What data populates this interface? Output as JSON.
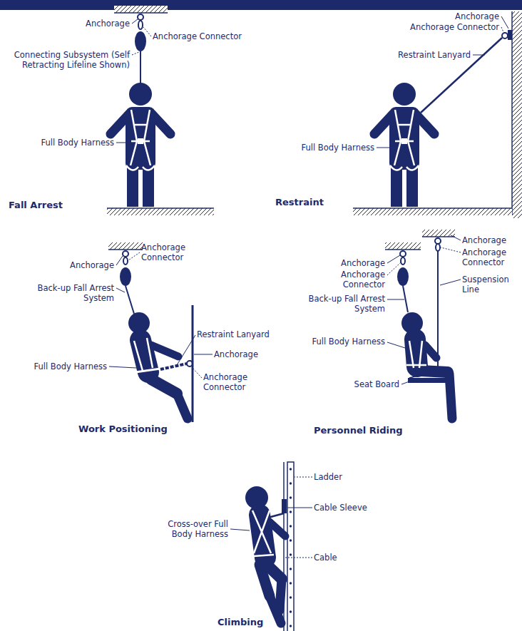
{
  "diagram": {
    "labels": [
      "Anchorage",
      "Anchorage Connector",
      "Connecting Subsystem (Self Retracting Lifeline Shown)",
      "Full Body Harness",
      "Fall Arrest",
      "Anchorage",
      "Anchorage Connector",
      "Restraint Lanyard",
      "Full Body Harness",
      "Restraint",
      "Anchorage",
      "Anchorage Connector",
      "Back-up Fall Arrest System",
      "Restraint Lanyard",
      "Anchorage",
      "Full Body Harness",
      "Anchorage Connector",
      "Work Positioning",
      "Anchorage",
      "Anchorage Connector",
      "Back-up Fall Arrest System",
      "Full Body Harness",
      "Seat Board",
      "Personnel Riding",
      "Anchorage",
      "Anchorage Connector",
      "Suspension Line",
      "Ladder",
      "Cable Sleeve",
      "Cable",
      "Cross-over Full Body Harness",
      "Climbing"
    ]
  }
}
